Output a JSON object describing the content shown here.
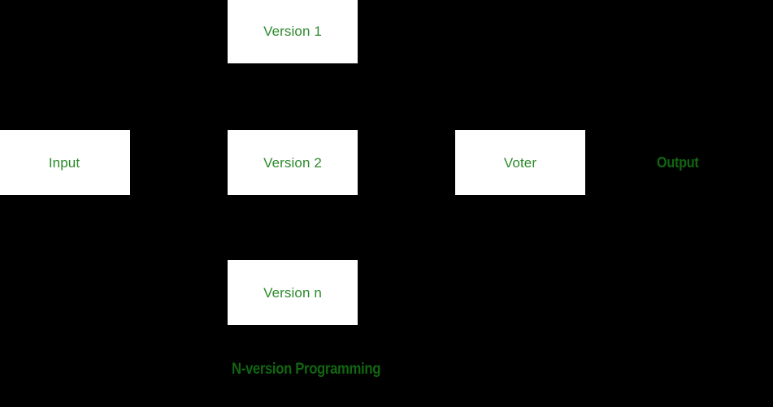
{
  "diagram": {
    "title": "N-version Programming",
    "background_color": "#000000",
    "node_fill_color": "#ffffff",
    "node_text_color": "#2c8a2c",
    "free_text_color": "#116611",
    "nodes": [
      {
        "id": "version-1",
        "label": "Version 1"
      },
      {
        "id": "input",
        "label": "Input"
      },
      {
        "id": "version-2",
        "label": "Version 2"
      },
      {
        "id": "voter",
        "label": "Voter"
      },
      {
        "id": "version-n",
        "label": "Version n"
      }
    ],
    "free_labels": [
      {
        "id": "output",
        "label": "Output"
      }
    ],
    "caption": "N-version Programming"
  }
}
